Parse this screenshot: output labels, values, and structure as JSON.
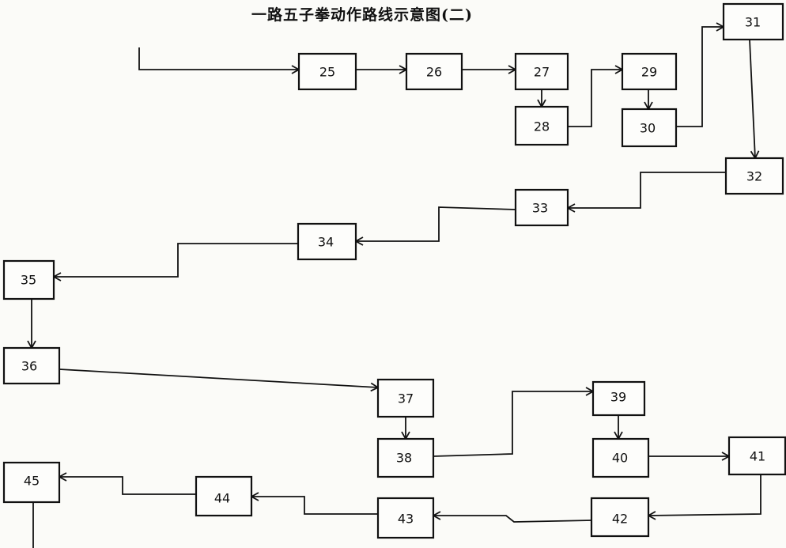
{
  "title": "一路五子拳动作路线示意图(二)",
  "steps": [
    "25",
    "26",
    "27",
    "28",
    "29",
    "30",
    "31",
    "32",
    "33",
    "34",
    "35",
    "36",
    "37",
    "38",
    "39",
    "40",
    "41",
    "42",
    "43",
    "44",
    "45"
  ]
}
